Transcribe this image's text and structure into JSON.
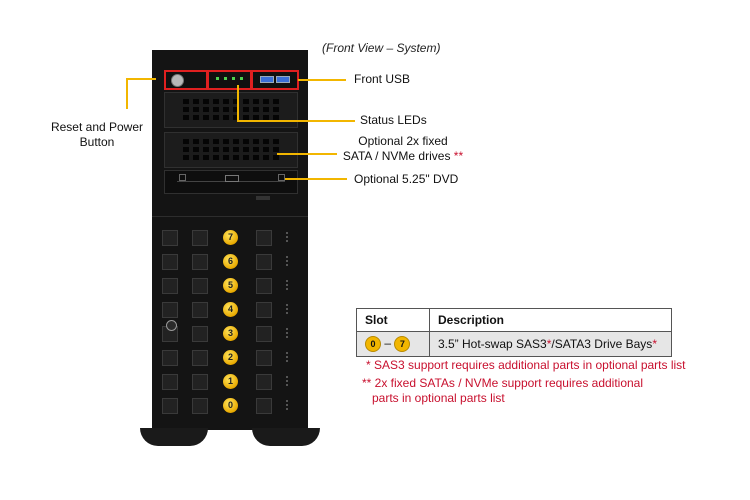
{
  "caption": "(Front View – System)",
  "labels": {
    "front_usb": "Front USB",
    "status_leds": "Status LEDs",
    "reset_power_line1": "Reset and Power",
    "reset_power_line2": "Button",
    "fixed_drives_line1": "Optional 2x fixed",
    "fixed_drives_line2": "SATA / NVMe drives",
    "fixed_drives_mark": "**",
    "dvd": "Optional 5.25\" DVD"
  },
  "drive_slots": [
    "7",
    "6",
    "5",
    "4",
    "3",
    "2",
    "1",
    "0"
  ],
  "table": {
    "col_slot": "Slot",
    "col_desc": "Description",
    "slot_from": "0",
    "slot_dash": "–",
    "slot_to": "7",
    "desc_pre": "3.5” Hot-swap  SAS3",
    "desc_mark1": "*",
    "desc_mid": "/SATA3 Drive Bays",
    "desc_mark2": "*"
  },
  "notes": {
    "note1": "* SAS3 support requires additional parts in optional parts list",
    "note2_line1": "** 2x fixed SATAs / NVMe support requires additional",
    "note2_line2": "parts in optional parts list"
  },
  "colors": {
    "leader": "#f2b600",
    "highlight": "#e02020",
    "note_red": "#c8102e",
    "chassis": "#141414"
  }
}
